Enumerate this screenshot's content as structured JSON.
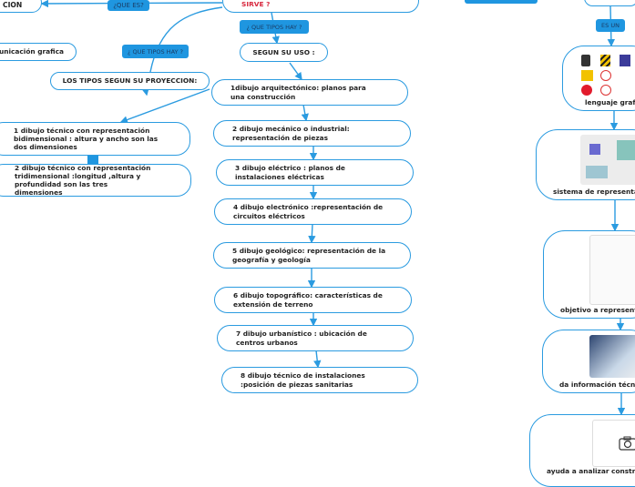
{
  "colors": {
    "accent": "#2b9be0",
    "label_fill": "#1f96e0",
    "question_text": "#d8263c"
  },
  "top": {
    "left_node": "CION",
    "que_es_label": "¿QUE ES?",
    "center_node": "SIRVE ?",
    "right_label": "...",
    "right_node": "...",
    "es_un_label": "ES UN"
  },
  "left": {
    "tipos_label": "¿ QUE TIPOS HAY ?",
    "comunicacion_node": "unicación grafica",
    "proyeccion_node": "LOS TIPOS SEGUN SU PROYECCION:",
    "proyeccion_items": [
      "1 dibujo técnico con representación bidimensional : altura y ancho son las dos dimensiones",
      "2 dibujo técnico con representación tridimensional :longitud ,altura y profundidad son las tres dimensiones"
    ]
  },
  "middle": {
    "tipos_label": "¿ QUE TIPOS HAY ?",
    "uso_node": "SEGUN SU USO :",
    "uso_items": [
      "1dibujo arquitectónico: planos para una construcción",
      "2 dibujo mecánico o industrial: representación de piezas",
      "3 dibujo eléctrico : planos de instalaciones eléctricas",
      "4 dibujo electrónico :representación de circuitos eléctricos",
      "5 dibujo geológico: representación de la geografía y geología",
      "6 dibujo topográfico: características de extensión de terreno",
      "7 dibujo urbanístico : ubicación de centros urbanos",
      "8 dibujo técnico de instalaciones :posición de piezas sanitarias"
    ]
  },
  "right": {
    "items": [
      {
        "label": "lenguaje grafi",
        "icon": "traffic-signs-image"
      },
      {
        "label": "sistema de representa",
        "icon": "projection-system-image"
      },
      {
        "label": "objetivo a representa",
        "icon": "isometric-drawing-image"
      },
      {
        "label": "da información técnic",
        "icon": "office-presentation-photo"
      },
      {
        "label": "ayuda a analizar constru",
        "icon": "camera-icon"
      }
    ]
  }
}
